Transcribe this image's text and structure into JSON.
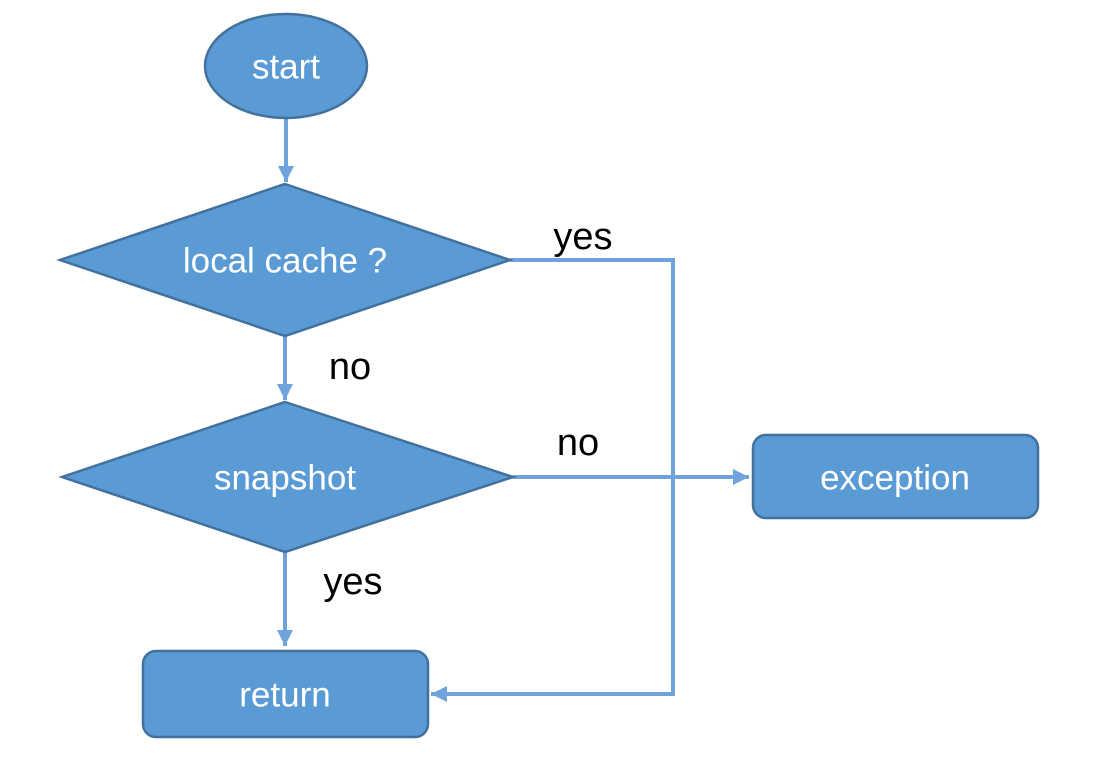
{
  "diagram": {
    "type": "flowchart",
    "nodes": [
      {
        "id": "start",
        "shape": "ellipse",
        "label": "start"
      },
      {
        "id": "local-cache",
        "shape": "diamond",
        "label": "local cache ?"
      },
      {
        "id": "snapshot",
        "shape": "diamond",
        "label": "snapshot"
      },
      {
        "id": "exception",
        "shape": "rounded-rect",
        "label": "exception"
      },
      {
        "id": "return",
        "shape": "rounded-rect",
        "label": "return"
      }
    ],
    "edges": [
      {
        "from": "start",
        "to": "local-cache",
        "label": ""
      },
      {
        "from": "local-cache",
        "to": "return",
        "label": "yes"
      },
      {
        "from": "local-cache",
        "to": "snapshot",
        "label": "no"
      },
      {
        "from": "snapshot",
        "to": "exception",
        "label": "no"
      },
      {
        "from": "snapshot",
        "to": "return",
        "label": "yes"
      }
    ],
    "colors": {
      "node_fill": "#5B9BD5",
      "node_border": "#41719C",
      "connector": "#6FA3DB",
      "node_text": "#FFFFFF",
      "edge_label_text": "#000000",
      "background": "#FFFFFF"
    }
  }
}
